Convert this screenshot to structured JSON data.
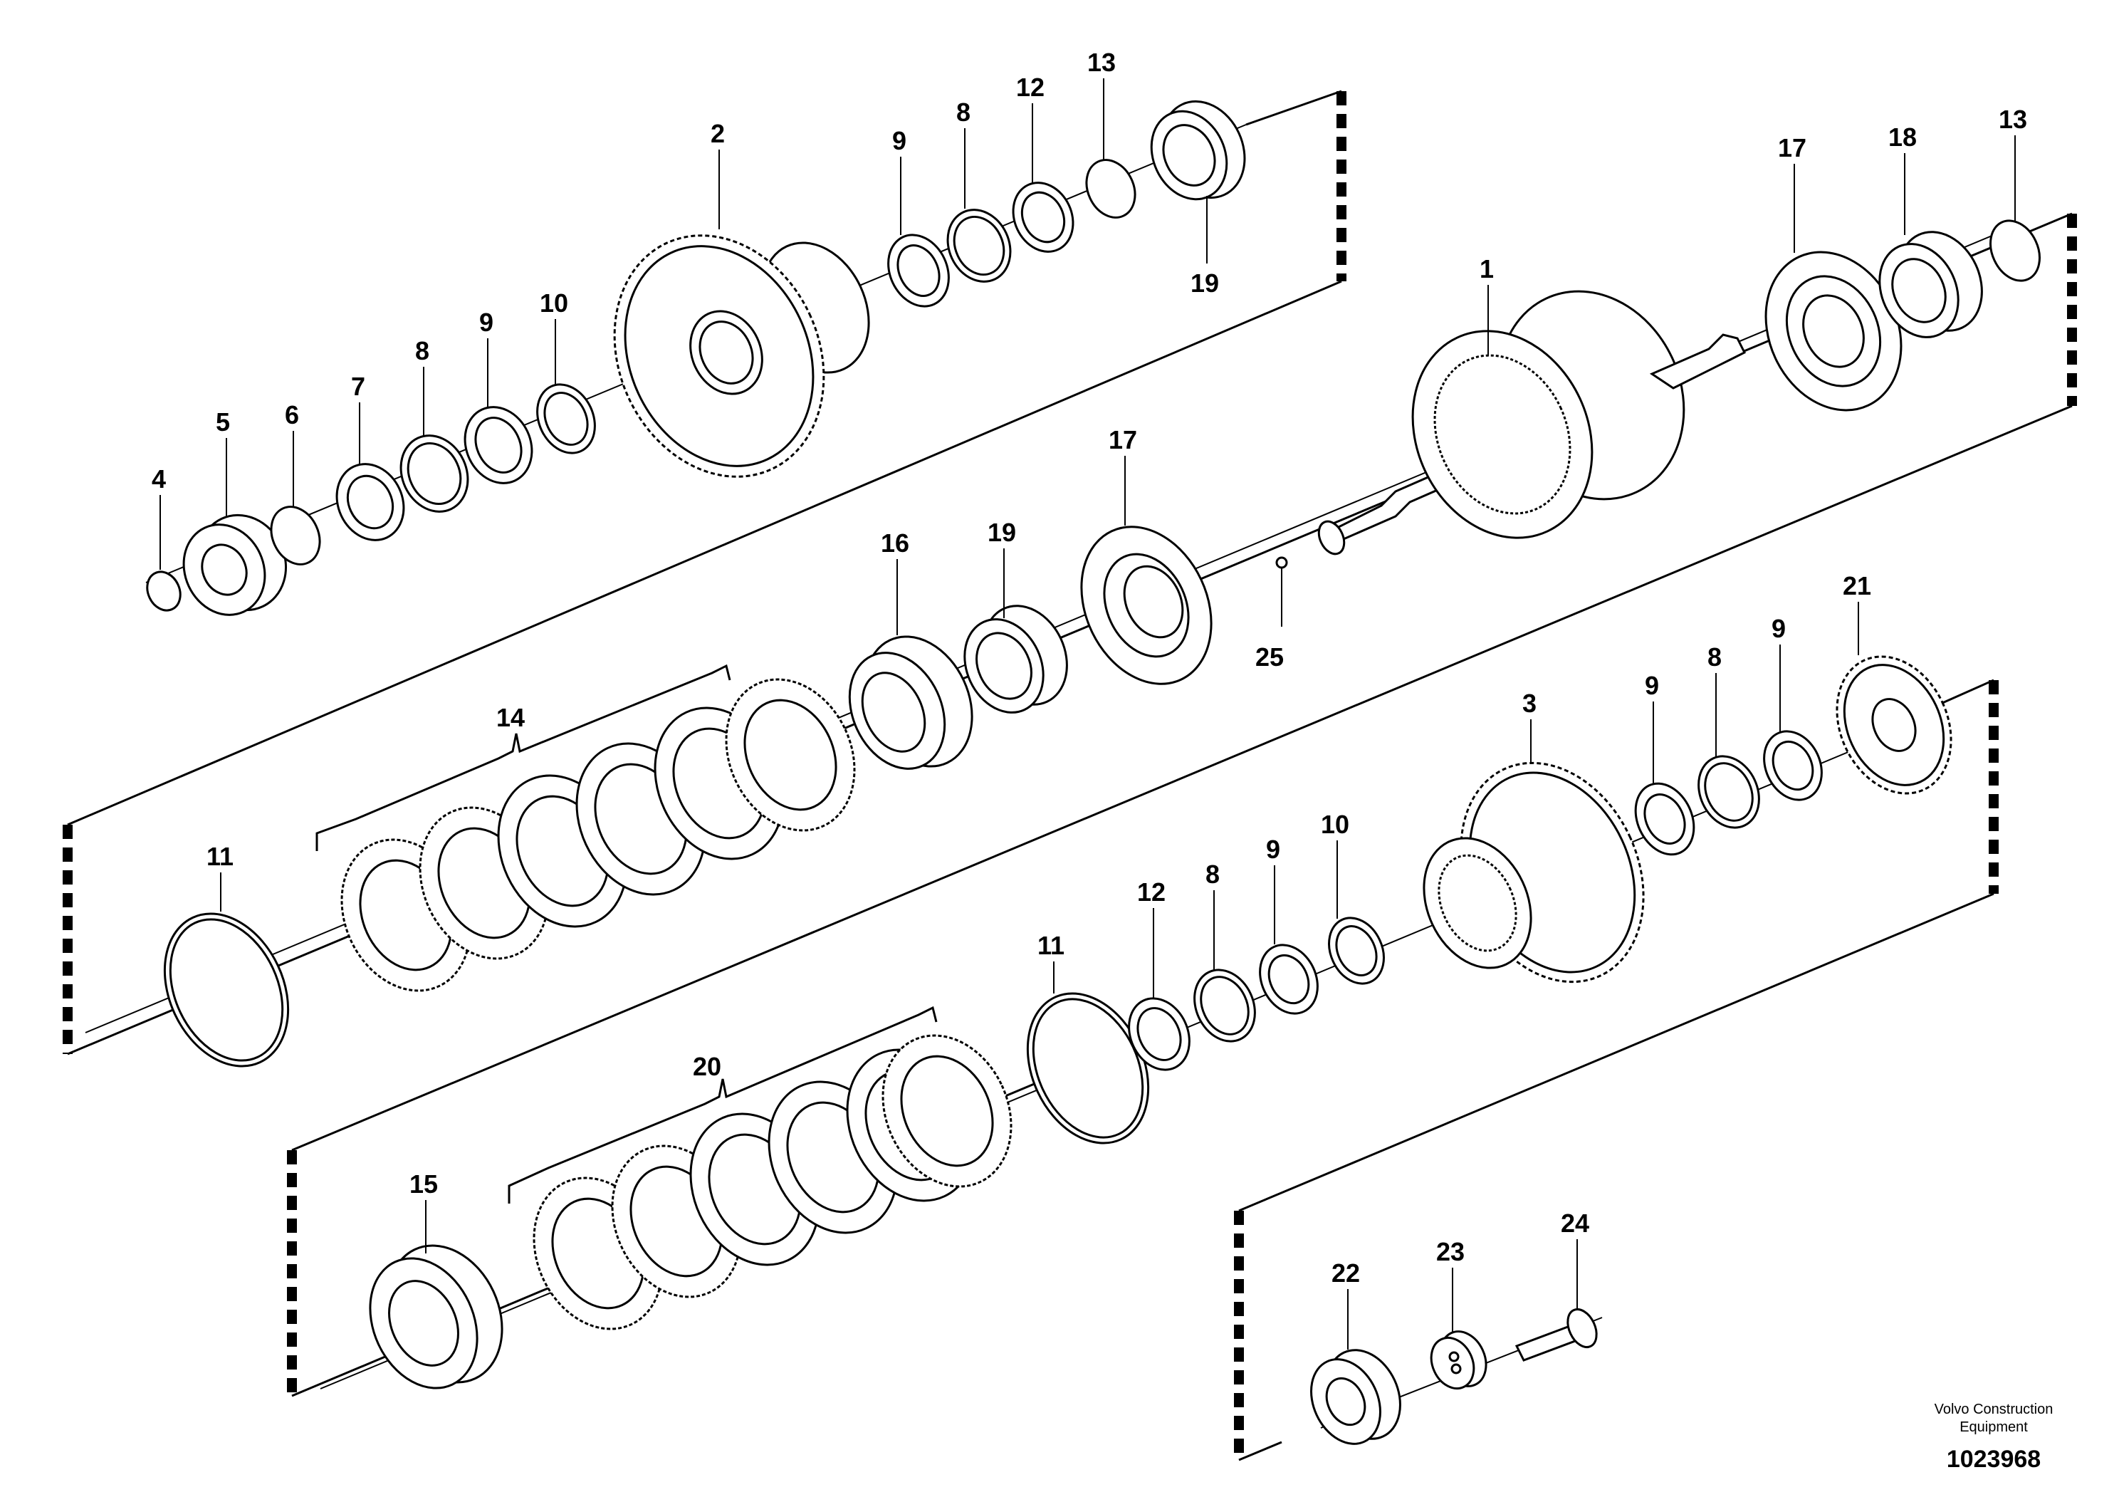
{
  "callouts": {
    "c4": "4",
    "c5": "5",
    "c6": "6",
    "c7": "7",
    "c8a": "8",
    "c9a": "9",
    "c10a": "10",
    "c2": "2",
    "c9b": "9",
    "c8b": "8",
    "c12a": "12",
    "c13a": "13",
    "c19a": "19",
    "c1": "1",
    "c17a": "17",
    "c18": "18",
    "c13b": "13",
    "c16": "16",
    "c19b": "19",
    "c17b": "17",
    "c25": "25",
    "c14": "14",
    "c11a": "11",
    "c3": "3",
    "c9c": "9",
    "c8c": "8",
    "c9d": "9",
    "c21": "21",
    "c12b": "12",
    "c8d": "8",
    "c9e": "9",
    "c10b": "10",
    "c11b": "11",
    "c20": "20",
    "c15": "15",
    "c22": "22",
    "c23": "23",
    "c24": "24"
  },
  "footer": {
    "brand_line1": "Volvo Construction",
    "brand_line2": "Equipment",
    "doc_number": "1023968"
  },
  "colors": {
    "ink": "#000000",
    "paper": "#ffffff"
  }
}
